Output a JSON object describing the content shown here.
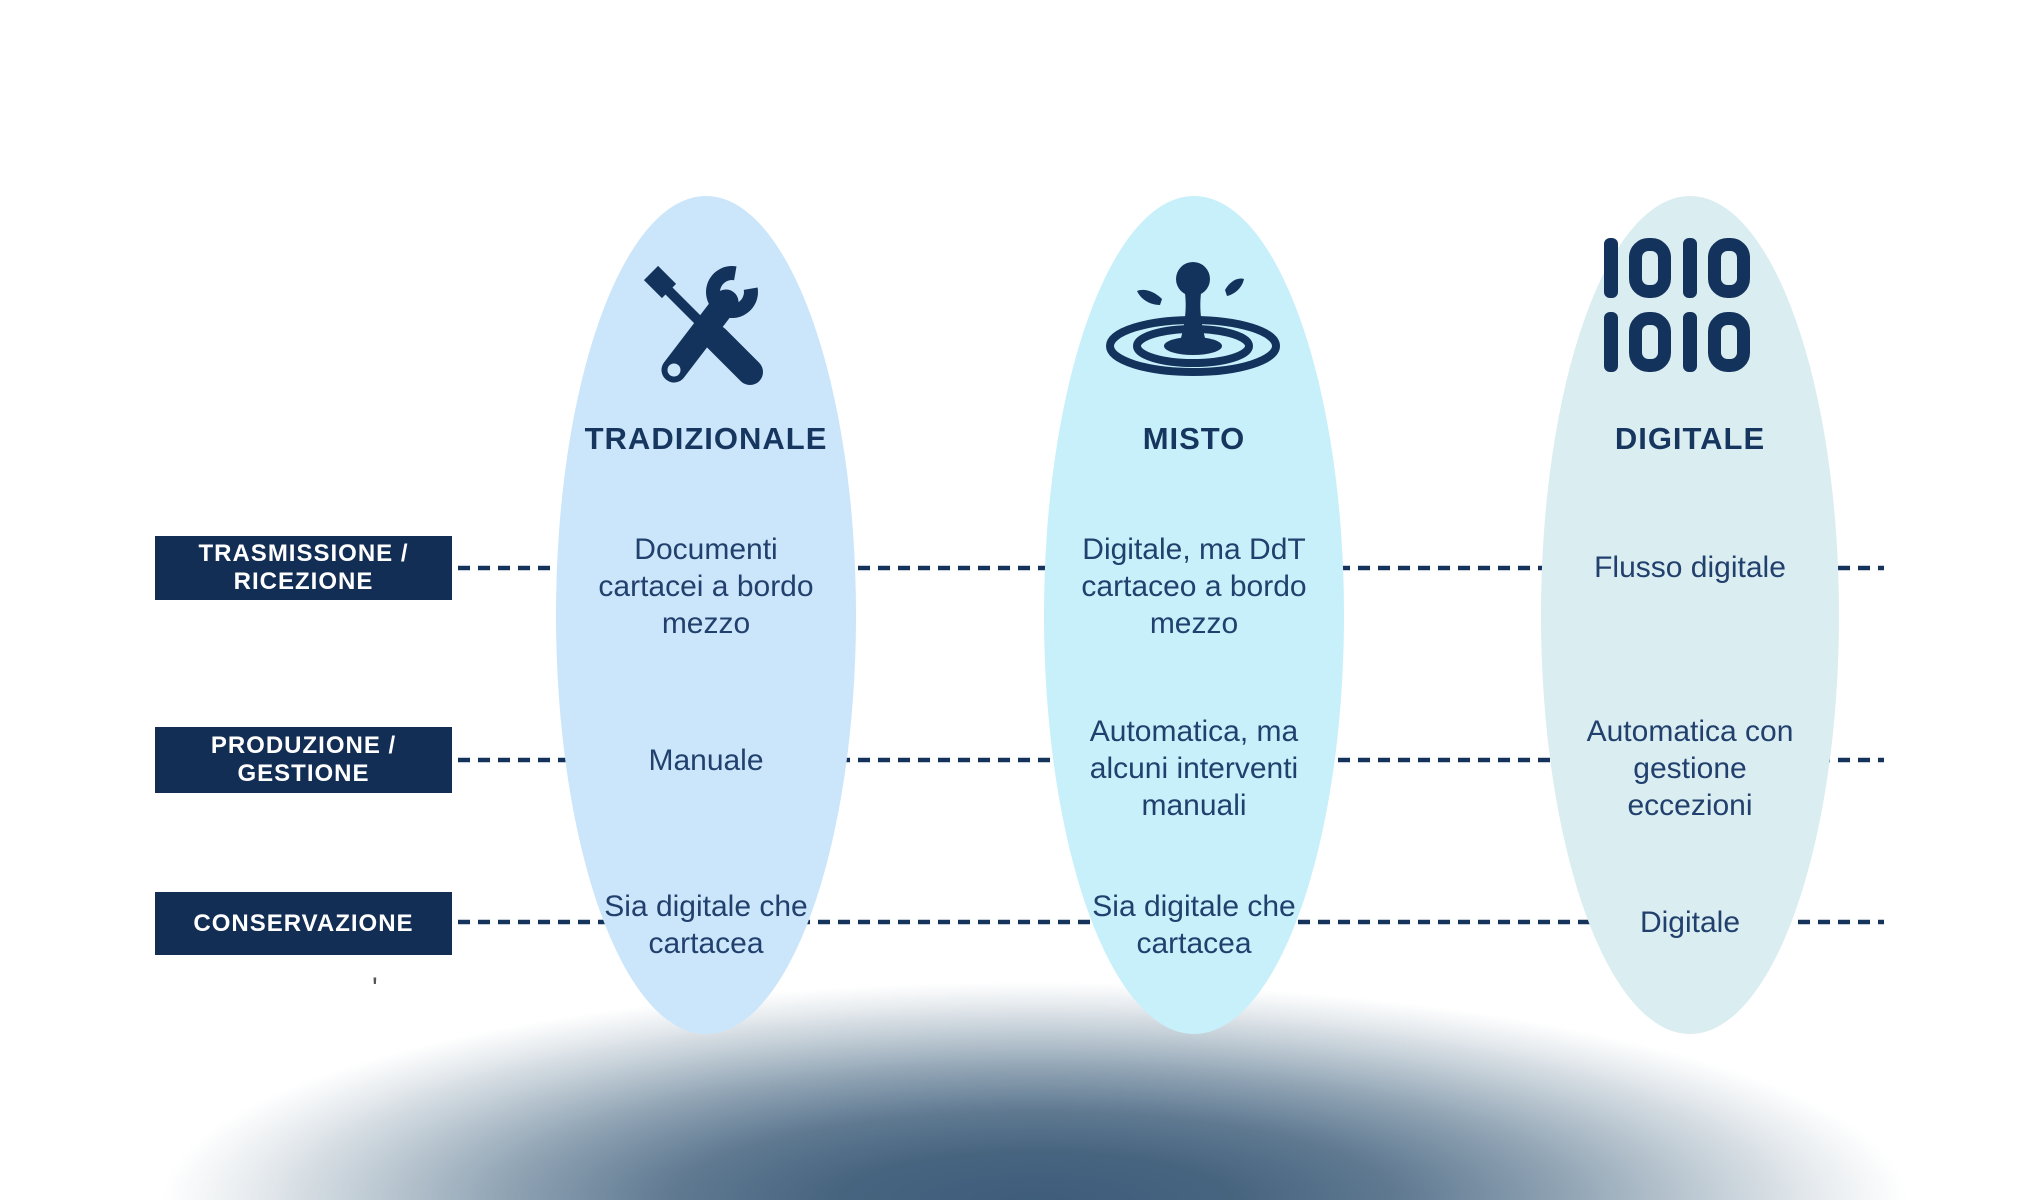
{
  "colors": {
    "navy": "#14335C",
    "dash": "#16335C",
    "label_box_bg": "#122E55",
    "label_text": "#FFFFFF",
    "header_text": "#17365F",
    "cell_text": "#21406D",
    "ellipse_tradizionale": "#CBE6FA",
    "ellipse_misto": "#C7F0FA",
    "ellipse_digitale": "#DAEDF1",
    "glow_dark": "#3E5D7C"
  },
  "stray_mark": "'",
  "rows": [
    {
      "label_lines": [
        "TRASMISSIONE /",
        "RICEZIONE"
      ]
    },
    {
      "label_lines": [
        "PRODUZIONE /",
        "GESTIONE"
      ]
    },
    {
      "label_lines": [
        "CONSERVAZIONE"
      ]
    }
  ],
  "columns": [
    {
      "id": "tradizionale",
      "header": "TRADIZIONALE",
      "icon": "tools-icon",
      "cells": [
        "Documenti cartacei a bordo mezzo",
        "Manuale",
        "Sia digitale che cartacea"
      ]
    },
    {
      "id": "misto",
      "header": "MISTO",
      "icon": "water-splash-icon",
      "cells": [
        "Digitale, ma DdT cartaceo a bordo mezzo",
        "Automatica, ma alcuni interventi manuali",
        "Sia digitale che cartacea"
      ]
    },
    {
      "id": "digitale",
      "header": "DIGITALE",
      "icon": "binary-icon",
      "icon_text": [
        "1010",
        "1010"
      ],
      "cells": [
        "Flusso digitale",
        "Automatica con gestione eccezioni",
        "Digitale"
      ]
    }
  ]
}
